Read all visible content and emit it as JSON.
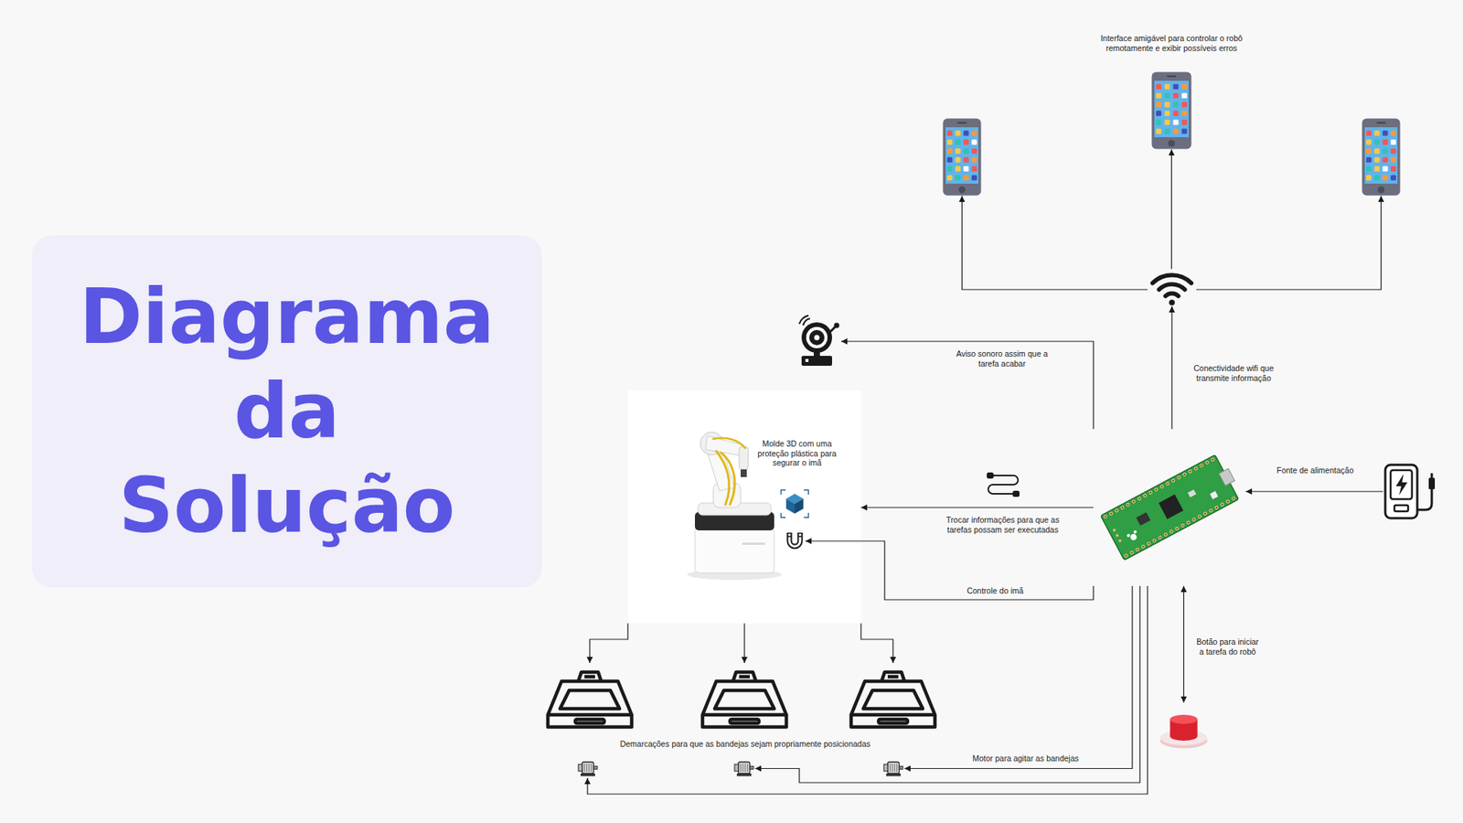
{
  "diagram": {
    "title": "Diagrama da Solução",
    "nodes": [
      {
        "text": []
      },
      {
        "text": [
          "Interface amigável para controlar o robô remotamente e exibir possíveis erros"
        ]
      },
      {
        "text": []
      },
      {
        "text": []
      },
      {
        "text": []
      },
      {
        "text": [
          "Molde 3D com uma proteção plástica para segurar o imã"
        ]
      },
      {
        "text": [],
        "in": 5
      },
      {
        "text": []
      },
      {
        "text": []
      },
      {
        "text": []
      },
      {
        "text": []
      },
      {
        "text": []
      },
      {
        "text": []
      },
      {
        "text": []
      },
      {
        "text": []
      },
      {
        "text": []
      }
    ],
    "edges": [
      {
        "from": 3,
        "to": 0,
        "arrow": "to"
      },
      {
        "from": 3,
        "to": 1,
        "arrow": "to"
      },
      {
        "from": 3,
        "to": 2,
        "arrow": "to"
      },
      {
        "from": 7,
        "to": 3,
        "label": "Conectividade wifi que transmite informação",
        "arrow": "to"
      },
      {
        "from": 7,
        "to": 4,
        "label": "Aviso sonoro assim que a tarefa acabar",
        "arrow": "to"
      },
      {
        "from": 7,
        "to": 5,
        "label": "Trocar informações para que as tarefas possam ser executadas",
        "arrow": "to"
      },
      {
        "from": 7,
        "to": 6,
        "label": "Controle do imã",
        "arrow": "to"
      },
      {
        "from": 8,
        "to": 7,
        "label": "Fonte de alimentação",
        "arrow": "to"
      },
      {
        "from": 12,
        "to": 7,
        "label": "Botão para iniciar a tarefa do robô",
        "arrow": "both"
      },
      {
        "from": 5,
        "to": 9,
        "arrow": "to"
      },
      {
        "from": 5,
        "to": 10,
        "arrow": "to"
      },
      {
        "from": 5,
        "to": 11,
        "arrow": "to"
      },
      {
        "from": 7,
        "to": 15,
        "label": "Motor para agitar as bandejas",
        "arrow": "to"
      },
      {
        "from": 7,
        "to": 14,
        "arrow": "to"
      },
      {
        "from": 7,
        "to": 13,
        "arrow": "to"
      }
    ],
    "labels": [
      "Demarcações para que as bandejas sejam propriamente posicionadas"
    ]
  }
}
